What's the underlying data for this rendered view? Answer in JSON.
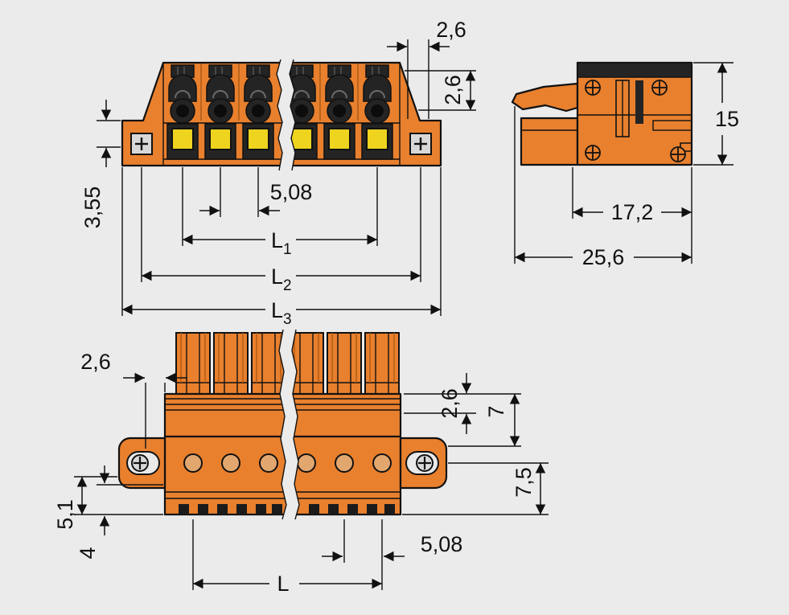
{
  "drawing_title": "pluggable-connector-dimension-drawing",
  "colors": {
    "background": "#ebebeb",
    "housing_orange": "#e8802e",
    "detail_dark": "#242424",
    "wire_entry_yellow": "#eed31f",
    "screw_gray": "#d8d8d8",
    "hole_tan": "#e2a76f",
    "line_black": "#111111"
  },
  "front_view": {
    "dim_top_width": "2,6",
    "dim_right_height": "2,6",
    "dim_left_height": "3,55",
    "dim_pitch": "5,08",
    "dim_l1": {
      "base": "L",
      "sub": "1"
    },
    "dim_l2": {
      "base": "L",
      "sub": "2"
    },
    "dim_l3": {
      "base": "L",
      "sub": "3"
    }
  },
  "side_view": {
    "dim_height": "15",
    "dim_flange_to_face": "17,2",
    "dim_total_depth": "25,6"
  },
  "bottom_view": {
    "dim_edge_offset": "2,6",
    "dim_right_offset": "2,6",
    "dim_seven": "7",
    "dim_seven_five": "7,5",
    "dim_five_one": "5,1",
    "dim_four": "4",
    "dim_pitch": "5,08",
    "dim_length": "L"
  }
}
